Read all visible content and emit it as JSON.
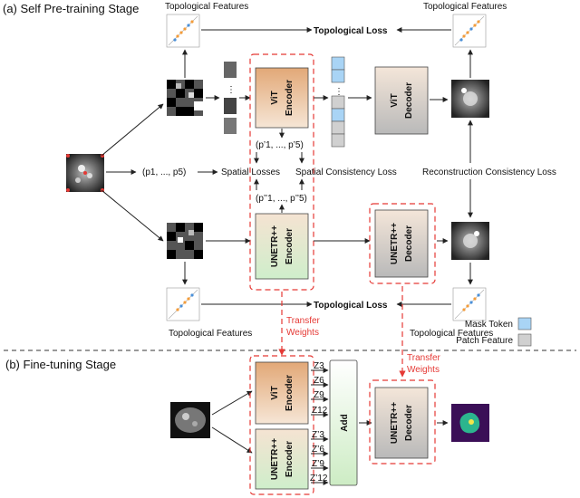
{
  "sections": {
    "pretrain": "(a) Self Pre-training Stage",
    "finetune": "(b) Fine-tuning Stage"
  },
  "labels": {
    "topo_features": "Topological Features",
    "topo_loss": "Topological Loss",
    "spatial_losses": "Spatial Losses",
    "spatial_consistency_loss": "Spatial Consistency Loss",
    "reconstruction_consistency_loss": "Reconstruction Consistency Loss",
    "p_seq": "(p1, ..., p5)",
    "p_prime": "(p’1, ..., p’5)",
    "p_dprime": "(p’’1, ..., p’’5)",
    "transfer": "Transfer",
    "weights": "Weights"
  },
  "blocks": {
    "vit": "ViT",
    "encoder": "Encoder",
    "decoder": "Decoder",
    "unetr": "UNETR++",
    "add": "Add"
  },
  "legend": {
    "mask_token": "Mask Token",
    "patch_feature": "Patch Feature"
  },
  "skips": {
    "vit": [
      "Z3",
      "Z6",
      "Z9",
      "Z12"
    ],
    "unetr": [
      "Z’3",
      "Z’6",
      "Z’9",
      "Z’12"
    ]
  },
  "colors": {
    "accent_red": "#e53935",
    "mask_token": "#a9d4f5",
    "patch_feature": "#d0d0d0",
    "vit_encoder_top": "#e9b98b",
    "unetr_encoder_bottom": "#d5f2d0",
    "decoder_gray": "#c8c8c8"
  }
}
